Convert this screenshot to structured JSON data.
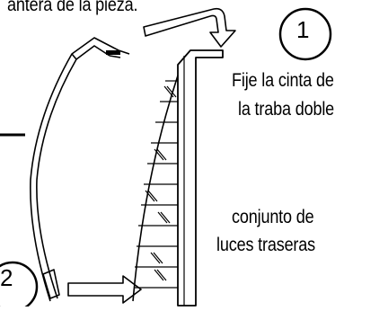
{
  "caption": {
    "top_text": "antera de la pieza."
  },
  "steps": [
    {
      "number": "1"
    },
    {
      "number": "2"
    }
  ],
  "labels": {
    "instruction_line1": "Fije la cinta de",
    "instruction_line2": "la traba doble",
    "component_line1": "conjunto de",
    "component_line2": "luces traseras"
  },
  "colors": {
    "ink": "#000000",
    "background": "#ffffff"
  }
}
